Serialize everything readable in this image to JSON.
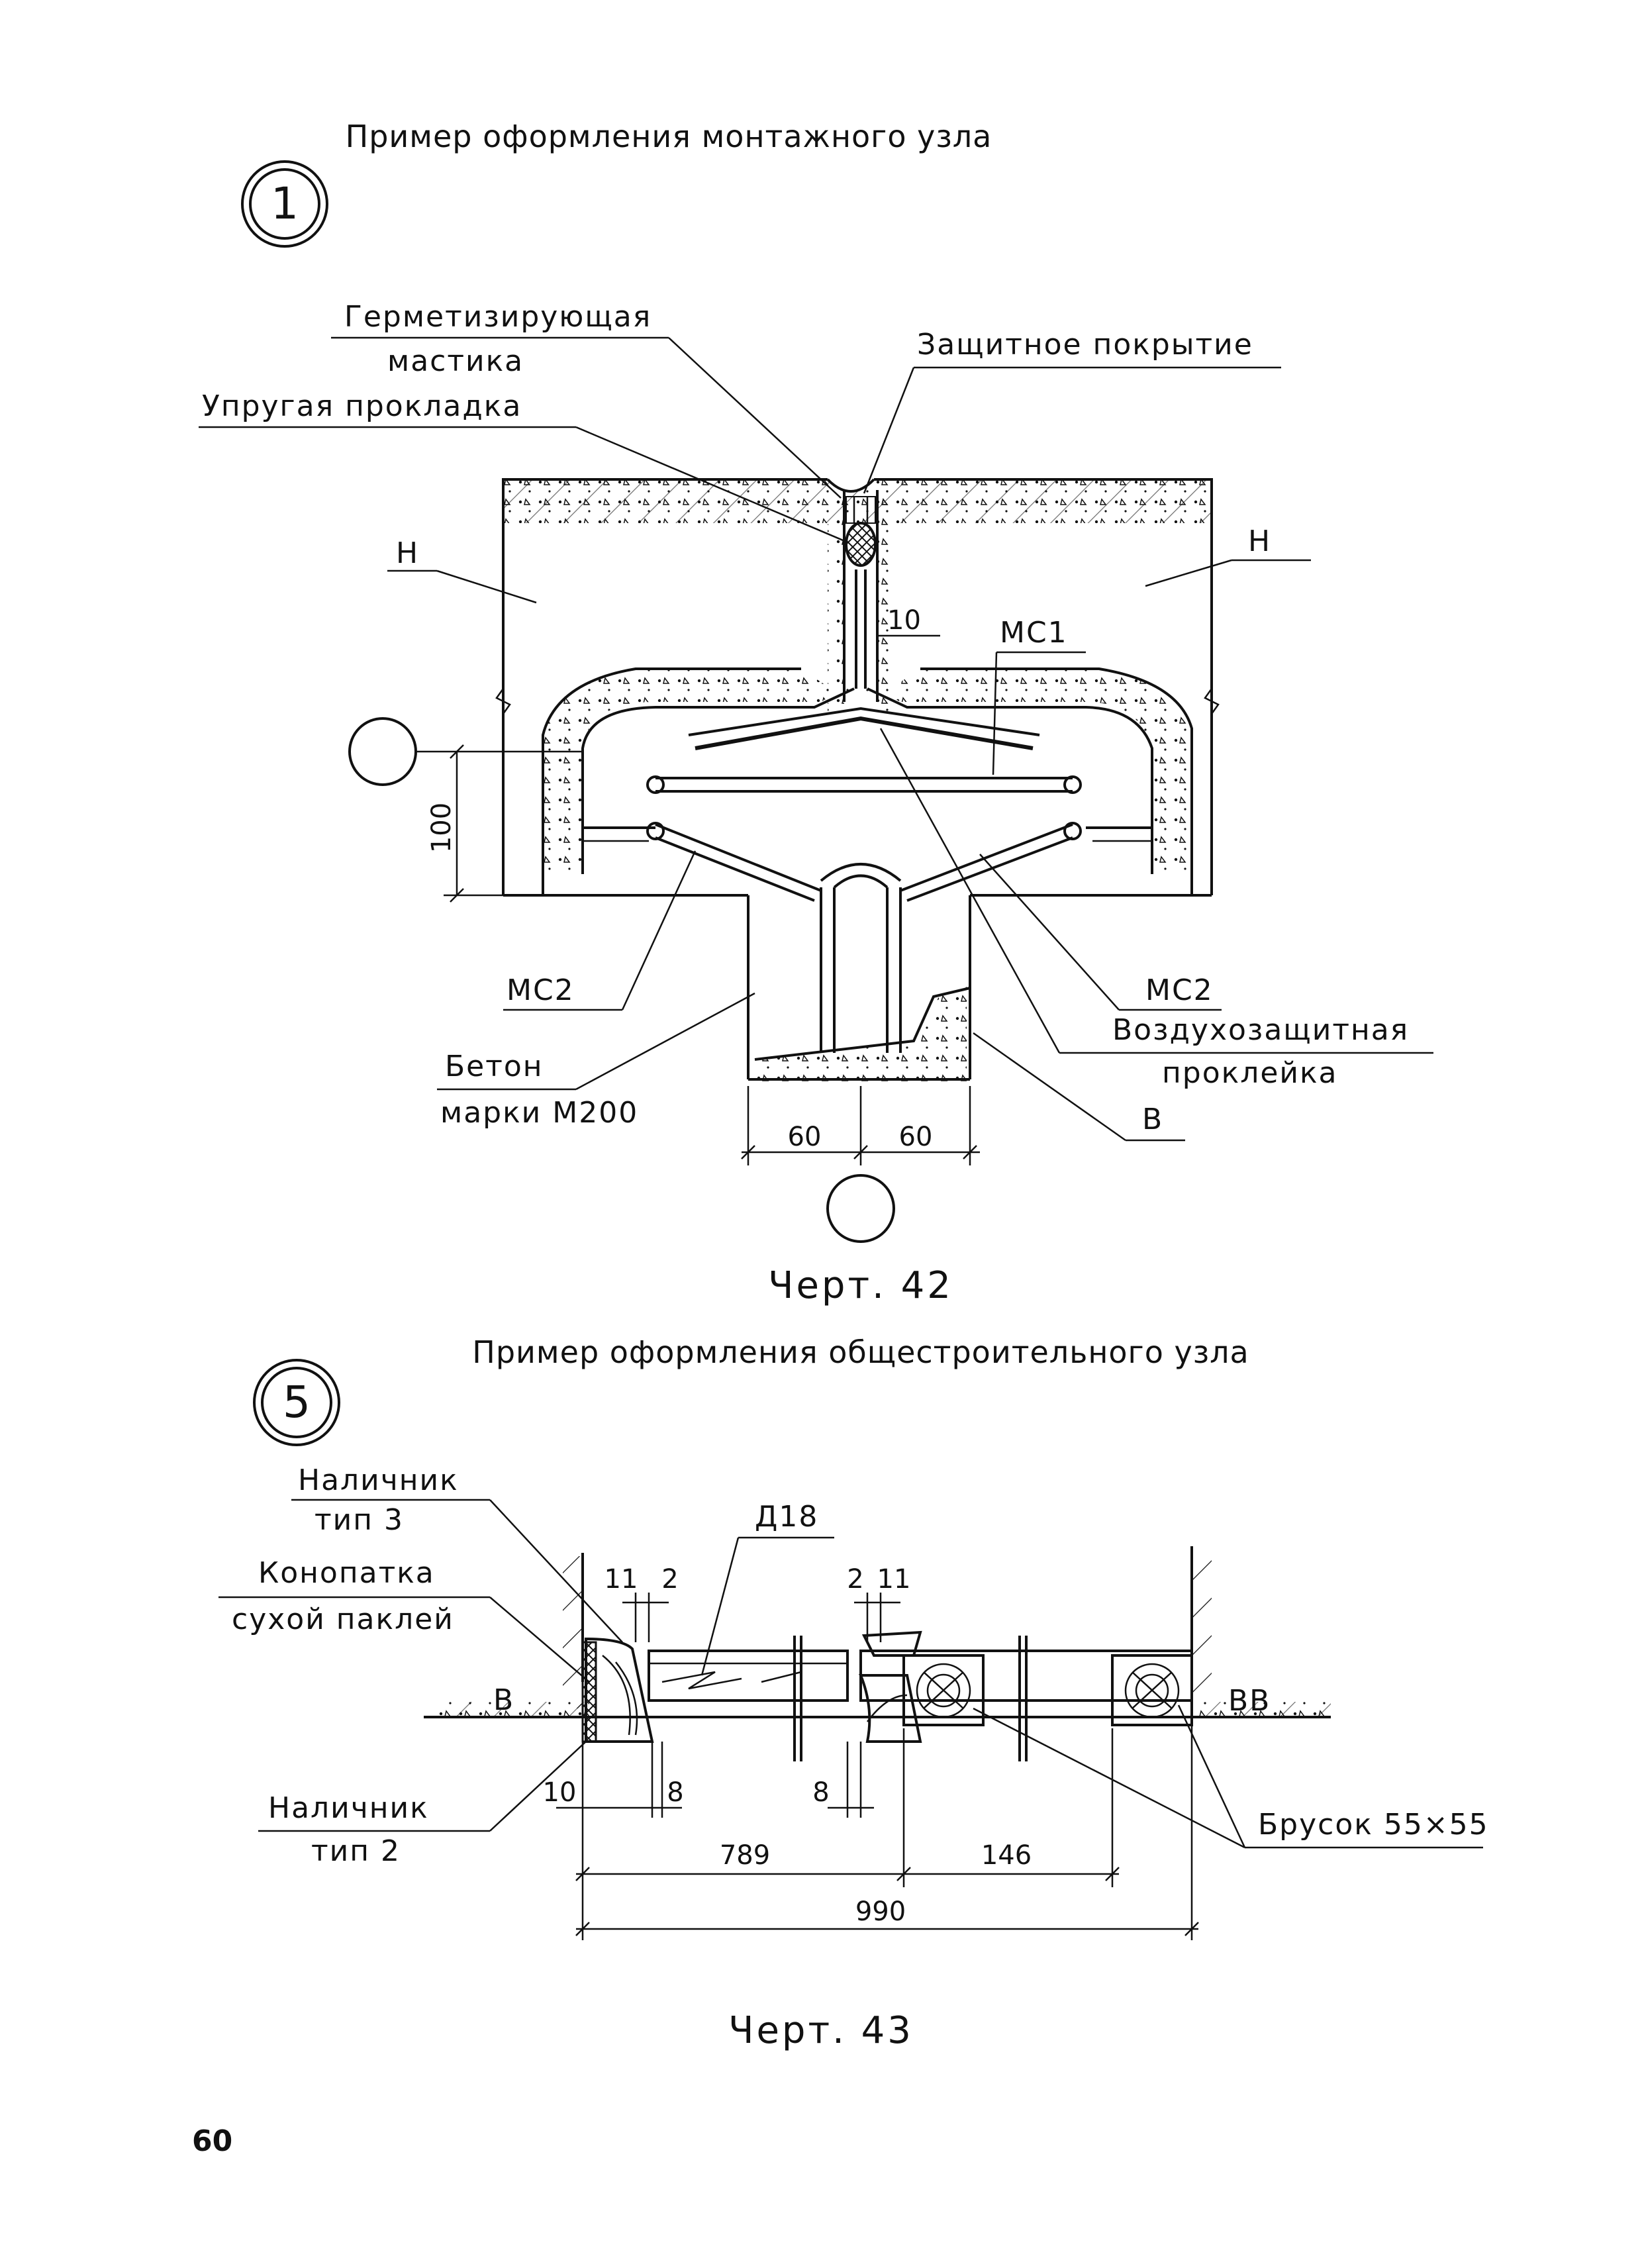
{
  "fig42": {
    "title": "Пример оформления монтажного узла",
    "node_number": "1",
    "labels": {
      "sealant_line1": "Герметизирующая",
      "sealant_line2": "мастика",
      "gasket": "Упругая прокладка",
      "coating": "Защитное покрытие",
      "n_left": "Н",
      "n_right": "Н",
      "ms1": "МС1",
      "ms2_left": "МС2",
      "ms2_right": "МС2",
      "air_line1": "Воздухозащитная",
      "air_line2": "проклейка",
      "concrete_line1": "Бетон",
      "concrete_line2": "марки М200",
      "b": "В"
    },
    "dims": {
      "gap": "10",
      "height": "100",
      "half_left": "60",
      "half_right": "60"
    },
    "caption": "Черт. 42"
  },
  "fig43": {
    "title": "Пример оформления общестроительного узла",
    "node_number": "5",
    "labels": {
      "trim3_line1": "Наличник",
      "trim3_line2": "тип 3",
      "caulk_line1": "Конопатка",
      "caulk_line2": "сухой паклей",
      "trim2_line1": "Наличник",
      "trim2_line2": "тип 2",
      "b": "В",
      "bb": "ВВ",
      "d18": "Д18",
      "bar": "Брусок 55×55"
    },
    "dims": {
      "d11_left": "11",
      "d2_left": "2",
      "d2_right": "2",
      "d11_right": "11",
      "d10": "10",
      "d8_left": "8",
      "d8_right": "8",
      "d789": "789",
      "d146": "146",
      "d990": "990"
    },
    "caption": "Черт. 43"
  },
  "page_number": "60"
}
